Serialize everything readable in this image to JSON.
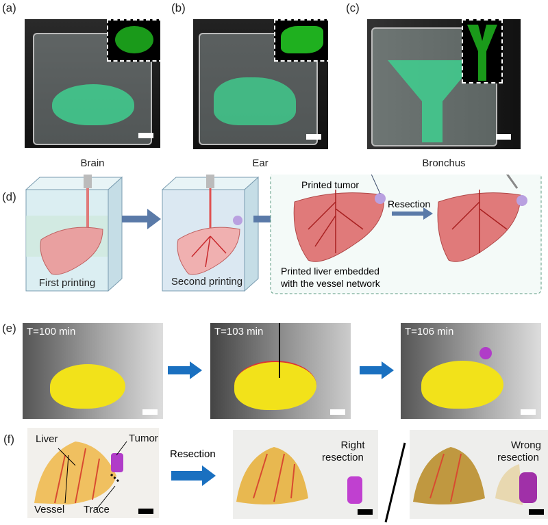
{
  "panels": {
    "a": {
      "label": "(a)",
      "caption": "Brain"
    },
    "b": {
      "label": "(b)",
      "caption": "Ear"
    },
    "c": {
      "label": "(c)",
      "caption": "Bronchus"
    },
    "d": {
      "label": "(d)",
      "step1": "First printing",
      "step2": "Second printing",
      "tumor": "Printed tumor",
      "resection": "Resection",
      "liver_line1": "Printed liver embedded",
      "liver_line2": "with the vessel network"
    },
    "e": {
      "label": "(e)",
      "t1": "T=100 min",
      "t2": "T=103 min",
      "t3": "T=106 min"
    },
    "f": {
      "label": "(f)",
      "liver": "Liver",
      "tumor": "Tumor",
      "vessel": "Vessel",
      "trace": "Trace",
      "resection": "Resection",
      "right1": "Right",
      "right2": "resection",
      "wrong1": "Wrong",
      "wrong2": "resection"
    }
  },
  "colors": {
    "gel": "#3fcf8f",
    "model": "#1a9a1a",
    "liver": "#e07a7a",
    "vessel": "#c8282c",
    "arrow": "#5a7aa8",
    "yellow": "#f2e21a",
    "tumor": "#b03cc8"
  }
}
